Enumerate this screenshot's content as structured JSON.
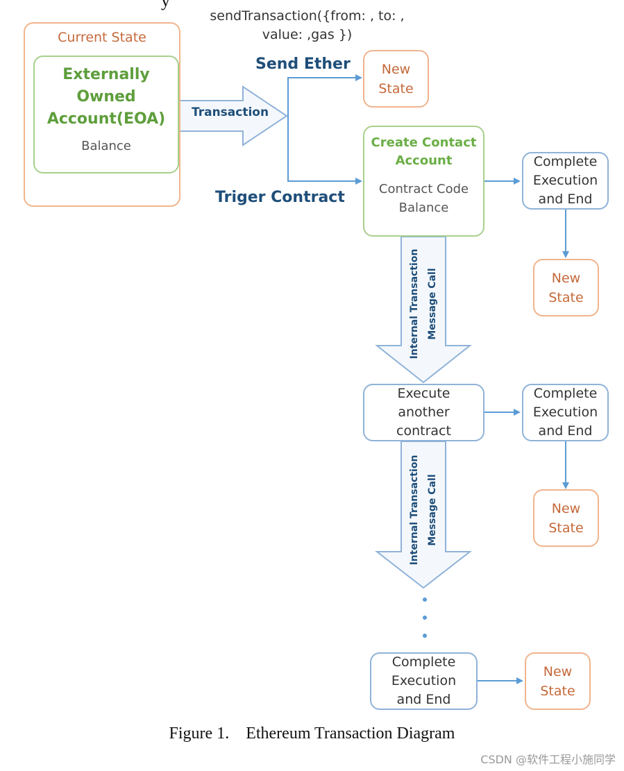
{
  "header_partial": "y",
  "send_tx": {
    "line1": "sendTransaction({from: , to: ,",
    "line2": "value: ,gas })"
  },
  "current_state": {
    "title": "Current State"
  },
  "eoa": {
    "title_lines": [
      "Externally",
      "Owned",
      "Account(EOA)"
    ],
    "balance": "Balance"
  },
  "transaction_label": "Transaction",
  "send_ether_label": "Send Ether",
  "trigger_contract_label": "Triger Contract",
  "new_state_1": {
    "lines": [
      "New",
      "State"
    ]
  },
  "create_contract": {
    "title_lines": [
      "Create Contact",
      "Account"
    ],
    "body_lines": [
      "Contract Code",
      "Balance"
    ]
  },
  "complete_1": {
    "lines": [
      "Complete",
      "Execution",
      "and End"
    ]
  },
  "new_state_2": {
    "lines": [
      "New",
      "State"
    ]
  },
  "internal_arrow_1": {
    "line1": "Internal Transaction",
    "line2": "Message Call"
  },
  "execute_another": {
    "lines": [
      "Execute",
      "another",
      "contract"
    ]
  },
  "complete_2": {
    "lines": [
      "Complete",
      "Execution",
      "and End"
    ]
  },
  "new_state_3": {
    "lines": [
      "New",
      "State"
    ]
  },
  "internal_arrow_2": {
    "line1": "Internal Transaction",
    "line2": "Message Call"
  },
  "complete_3": {
    "lines": [
      "Complete",
      "Execution",
      "and End"
    ]
  },
  "new_state_4": {
    "lines": [
      "New",
      "State"
    ]
  },
  "caption": "Figure 1.　Ethereum Transaction Diagram",
  "watermark": "CSDN @软件工程小施同学",
  "colors": {
    "orange": "#f0b48c",
    "green": "#a7d08c",
    "blue": "#8fb2d8",
    "arrow": "#5b9bd5",
    "eoa_text": "#5e9e3c"
  }
}
